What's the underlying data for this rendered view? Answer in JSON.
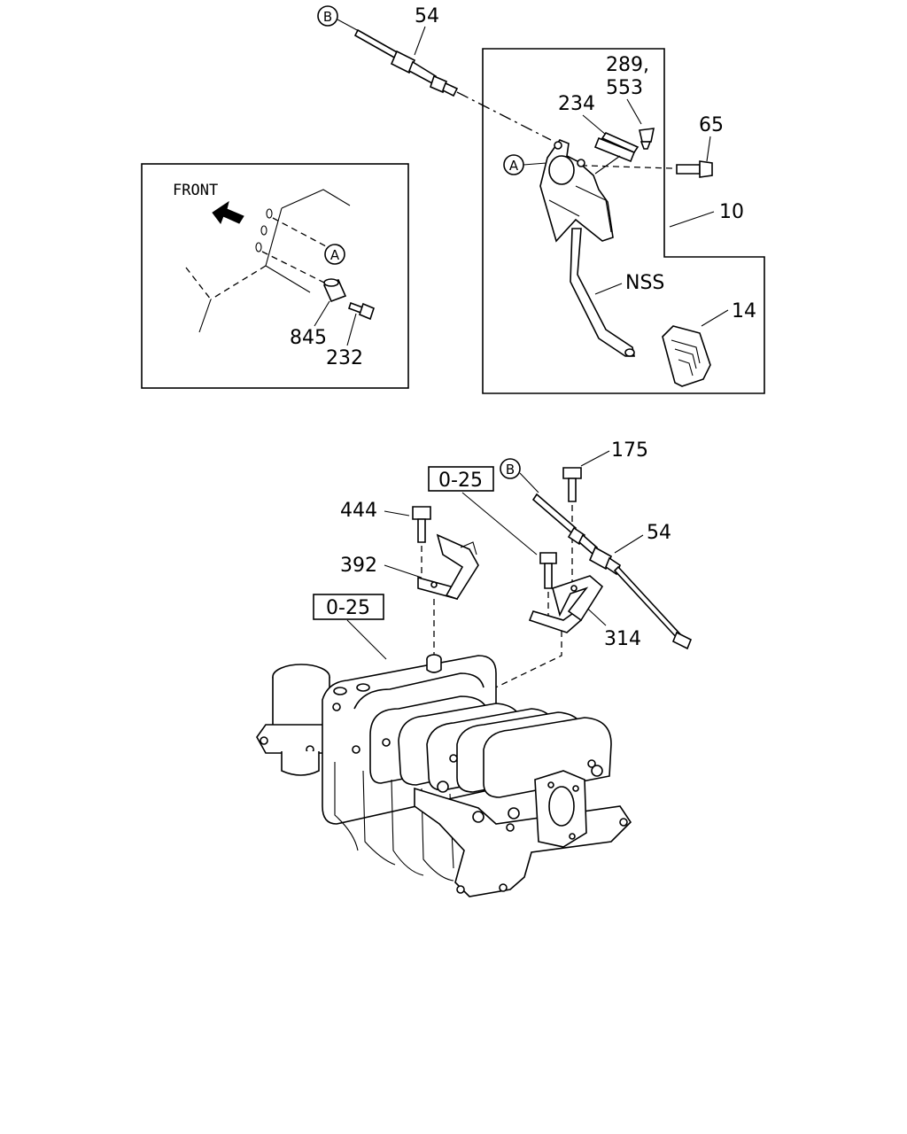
{
  "inset": {
    "front_label": "FRONT",
    "ref_a": "A",
    "callout_845": "845",
    "callout_232": "232"
  },
  "pedal_box": {
    "ref_a": "A",
    "callout_289": "289,",
    "callout_553": "553",
    "callout_234": "234",
    "callout_65": "65",
    "callout_10": "10",
    "callout_nss": "NSS",
    "callout_14": "14"
  },
  "top_cable": {
    "ref_b": "B",
    "callout_54": "54"
  },
  "manifold": {
    "ref_b": "B",
    "callout_175": "175",
    "callout_025_upper": "0-25",
    "callout_444": "444",
    "callout_392": "392",
    "callout_025_lower": "0-25",
    "callout_54": "54",
    "callout_314": "314"
  }
}
